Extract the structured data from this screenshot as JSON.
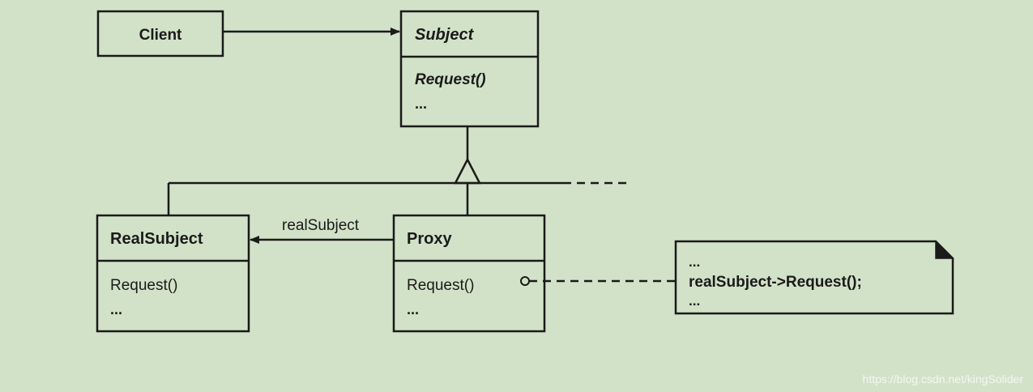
{
  "diagram": {
    "client": {
      "name": "Client"
    },
    "subject": {
      "name": "Subject",
      "operation": "Request()",
      "more": "..."
    },
    "real_subject": {
      "name": "RealSubject",
      "operation": "Request()",
      "more": "..."
    },
    "proxy": {
      "name": "Proxy",
      "operation": "Request()",
      "more": "..."
    },
    "association_label": "realSubject",
    "note": {
      "line1": "...",
      "line2": "realSubject->Request();",
      "line3": "..."
    }
  },
  "watermark": "https://blog.csdn.net/kingSolider"
}
